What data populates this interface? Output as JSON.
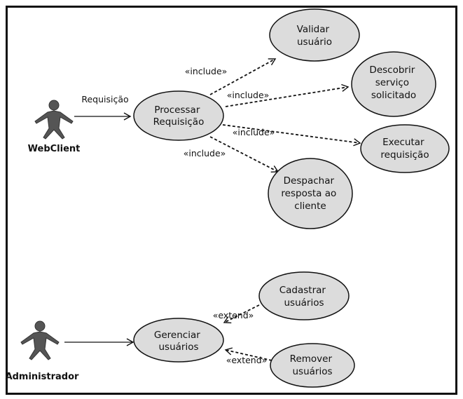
{
  "colors": {
    "ellipse_fill": "#dcdcdc",
    "stroke": "#111111",
    "actor_fill": "#555555"
  },
  "actors": [
    {
      "id": "webclient",
      "label": "WebClient",
      "icon": "stick-figure-icon"
    },
    {
      "id": "admin",
      "label": "Administrador",
      "icon": "stick-figure-icon"
    }
  ],
  "use_cases": {
    "validar": [
      "Validar",
      "usuário"
    ],
    "descobrir": [
      "Descobrir",
      "serviço",
      "solicitado"
    ],
    "processar": [
      "Processar",
      "Requisição"
    ],
    "executar": [
      "Executar",
      "requisição"
    ],
    "despachar": [
      "Despachar",
      "resposta ao",
      "cliente"
    ],
    "cadastrar": [
      "Cadastrar",
      "usuários"
    ],
    "gerenciar": [
      "Gerenciar",
      "usuários"
    ],
    "remover": [
      "Remover",
      "usuários"
    ]
  },
  "relations": {
    "requisicao": "Requisição",
    "include_validar": "«include»",
    "include_descobrir": "«include»",
    "include_executar": "«include»",
    "include_despachar": "«include»",
    "extend_cadastrar": "«extend»",
    "extend_remover": "«extend»"
  }
}
